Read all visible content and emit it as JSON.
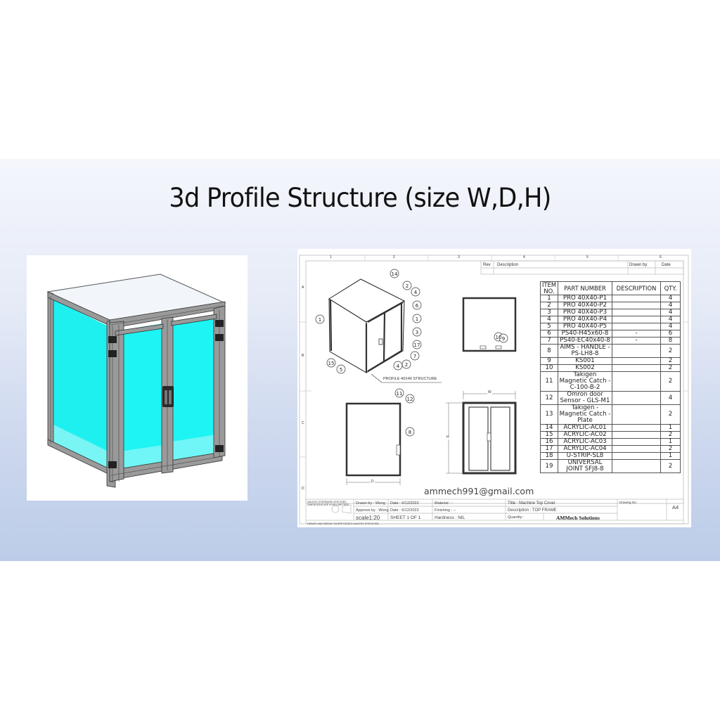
{
  "slide": {
    "title": "3d Profile Structure (size W,D,H)",
    "background_gradient": [
      "#f4f6fc",
      "#bccce8"
    ],
    "render": {
      "glass_color": "#1ef4f4",
      "frame_color": "#8c8c8c"
    }
  },
  "drawing": {
    "zone_columns": [
      "1",
      "2",
      "3",
      "4",
      "5",
      "6"
    ],
    "zone_rows": [
      "A",
      "B",
      "C",
      "D"
    ],
    "revision_table": {
      "headers": [
        "Rev",
        "Description",
        "Drawn by",
        "Date"
      ]
    },
    "iso_view_label": "PROFILE 40X40 STRUCTURE",
    "iso_balloons": [
      "14",
      "2",
      "4",
      "6",
      "1",
      "1",
      "3",
      "17",
      "7",
      "2",
      "4",
      "15",
      "5"
    ],
    "top_view_balloons": [
      "10",
      "9"
    ],
    "side_view_balloons": [
      "11",
      "12",
      "8"
    ],
    "dimension_labels": {
      "width": "W",
      "depth": "D",
      "height": "H"
    },
    "bom": {
      "headers": [
        "ITEM NO.",
        "PART NUMBER",
        "DESCRIPTION",
        "QTY."
      ],
      "rows": [
        {
          "item": "1",
          "part": "PRO 40X40-P1",
          "desc": "",
          "qty": "4"
        },
        {
          "item": "2",
          "part": "PRO 40X40-P2",
          "desc": "",
          "qty": "4"
        },
        {
          "item": "3",
          "part": "PRO 40X40-P3",
          "desc": "",
          "qty": "4"
        },
        {
          "item": "4",
          "part": "PRO 40X40-P4",
          "desc": "",
          "qty": "4"
        },
        {
          "item": "5",
          "part": "PRO 40X40-P5",
          "desc": "",
          "qty": "4"
        },
        {
          "item": "6",
          "part": "PS40-H45x60-8",
          "desc": "-",
          "qty": "6"
        },
        {
          "item": "7",
          "part": "PS40-EC40x40-8",
          "desc": "-",
          "qty": "8"
        },
        {
          "item": "8",
          "part": "AIMS - HANDLE - PS-LH8-8",
          "desc": "",
          "qty": "2"
        },
        {
          "item": "9",
          "part": "KS001",
          "desc": "",
          "qty": "2"
        },
        {
          "item": "10",
          "part": "KS002",
          "desc": "",
          "qty": "2"
        },
        {
          "item": "11",
          "part": "Takigen Magnetic Catch - C-100-B-2",
          "desc": "",
          "qty": "2"
        },
        {
          "item": "12",
          "part": "Omron door Sensor - GLS-M1",
          "desc": "",
          "qty": "4"
        },
        {
          "item": "13",
          "part": "Takigen - Magnetic Catch - Plate",
          "desc": "",
          "qty": "2"
        },
        {
          "item": "14",
          "part": "ACRYLIC-AC01",
          "desc": "",
          "qty": "1"
        },
        {
          "item": "15",
          "part": "ACRYLIC-AC02",
          "desc": "",
          "qty": "2"
        },
        {
          "item": "16",
          "part": "ACRYLIC-AC03",
          "desc": "",
          "qty": "1"
        },
        {
          "item": "17",
          "part": "ACRYLIC-AC04",
          "desc": "",
          "qty": "2"
        },
        {
          "item": "18",
          "part": "U-STRIP-SL8",
          "desc": "",
          "qty": "1"
        },
        {
          "item": "19",
          "part": "UNIVERSAL JOINT SFJ8-8",
          "desc": "",
          "qty": "2"
        }
      ]
    },
    "email": "ammech991@gmail.com",
    "title_block": {
      "tolerance_note": "UNLESS OTHERWISE SPECIFIED DIMENSIONS ARE IN MILLIMETERS",
      "drawn_by": "Drawn by : Wong",
      "approve_by": "Approve by : Wong",
      "scale": "scale1:20",
      "date_1": "Date : 6/12/2022",
      "date_2": "Date : 6/12/2022",
      "sheet": "SHEET 1  OF  1",
      "material": "Material : -",
      "finishing": "Finishing : --",
      "hardness": "Hardness : NIL",
      "title": "Title : Machine Top Cover",
      "description": "Description : TOP FRAME",
      "quantity": "Quantity :",
      "company": "AMMech Solutions",
      "drawing_no": "Drawing No:",
      "size": "A4",
      "footer_note": "DEBUR AND BREAK SHARP EDGES UNLESS SPECIFIED"
    }
  }
}
